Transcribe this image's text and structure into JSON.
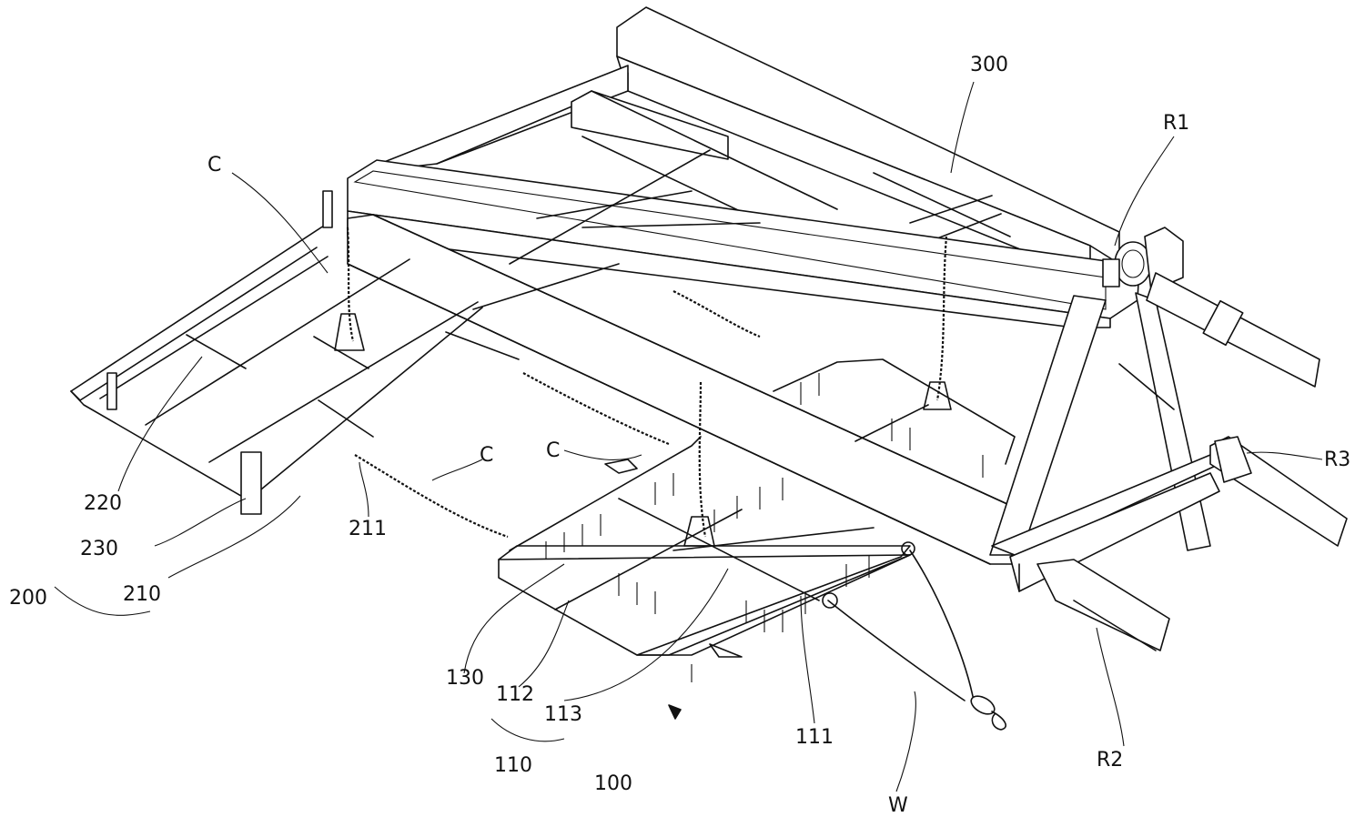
{
  "figure": {
    "labels": {
      "l300": "300",
      "lR1": "R1",
      "lR2": "R2",
      "lR3": "R3",
      "lC1": "C",
      "lC2": "C",
      "lC3": "C",
      "l220": "220",
      "l230": "230",
      "l200": "200",
      "l210": "210",
      "l211": "211",
      "l130": "130",
      "l112": "112",
      "l113": "113",
      "l110": "110",
      "l100": "100",
      "l111": "111",
      "lW": "W"
    }
  }
}
